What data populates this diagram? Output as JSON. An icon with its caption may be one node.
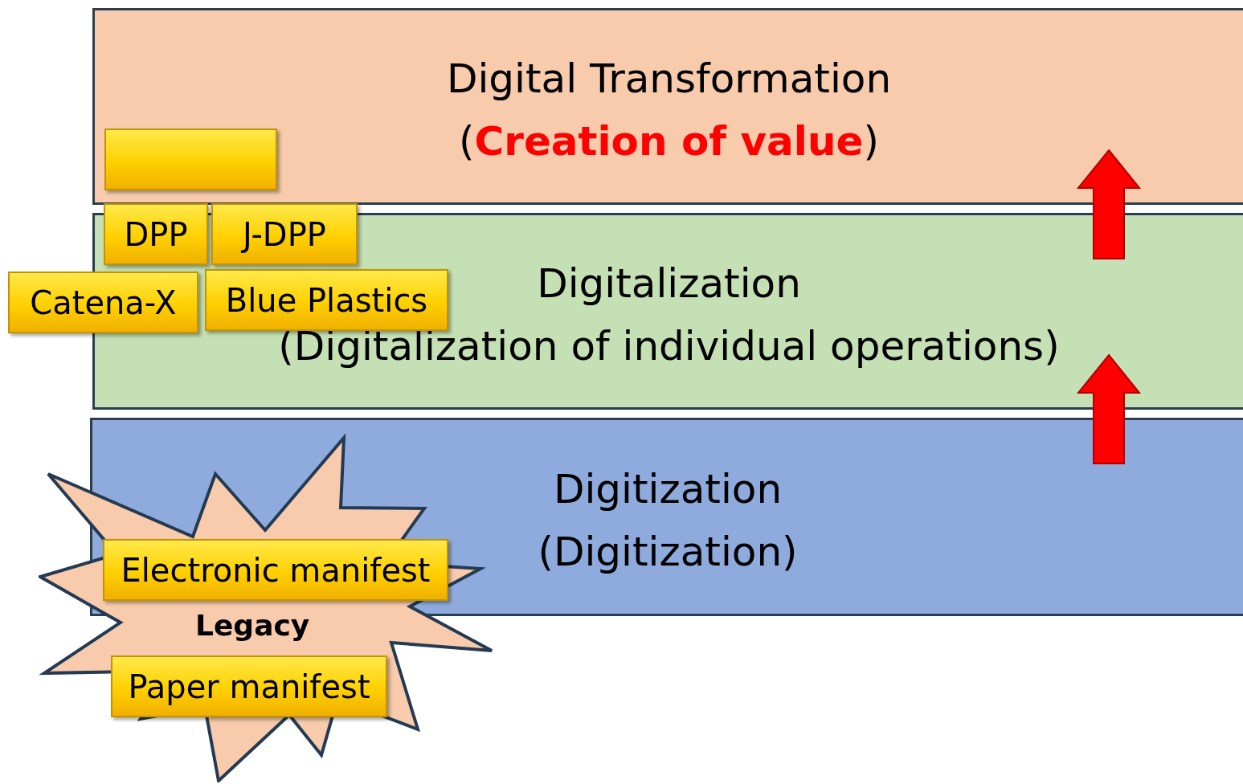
{
  "diagram": {
    "nodes": [
      {
        "text": [
          "Digital Transformation",
          "(**Creation of value**)"
        ]
      },
      {
        "text": [
          "Digitalization",
          "(Digitalization of individual operations)"
        ]
      },
      {
        "text": [
          "Digitization",
          "(Digitization)"
        ]
      },
      {
        "text": [],
        "shape": "box",
        "in": 0
      },
      {
        "text": [
          "DPP"
        ]
      },
      {
        "text": [
          "J-DPP"
        ]
      },
      {
        "text": [
          "Catena-X"
        ]
      },
      {
        "text": [
          "Blue Plastics"
        ],
        "in": 1
      },
      {
        "text": [
          "Legacy"
        ]
      },
      {
        "text": [
          "Electronic manifest"
        ]
      },
      {
        "text": [
          "Paper manifest"
        ],
        "in": 8
      }
    ],
    "edges": [
      {
        "from": 2,
        "to": 1,
        "arrow": "to",
        "style": "thick"
      },
      {
        "from": 1,
        "to": 0,
        "arrow": "to",
        "style": "thick"
      }
    ]
  }
}
